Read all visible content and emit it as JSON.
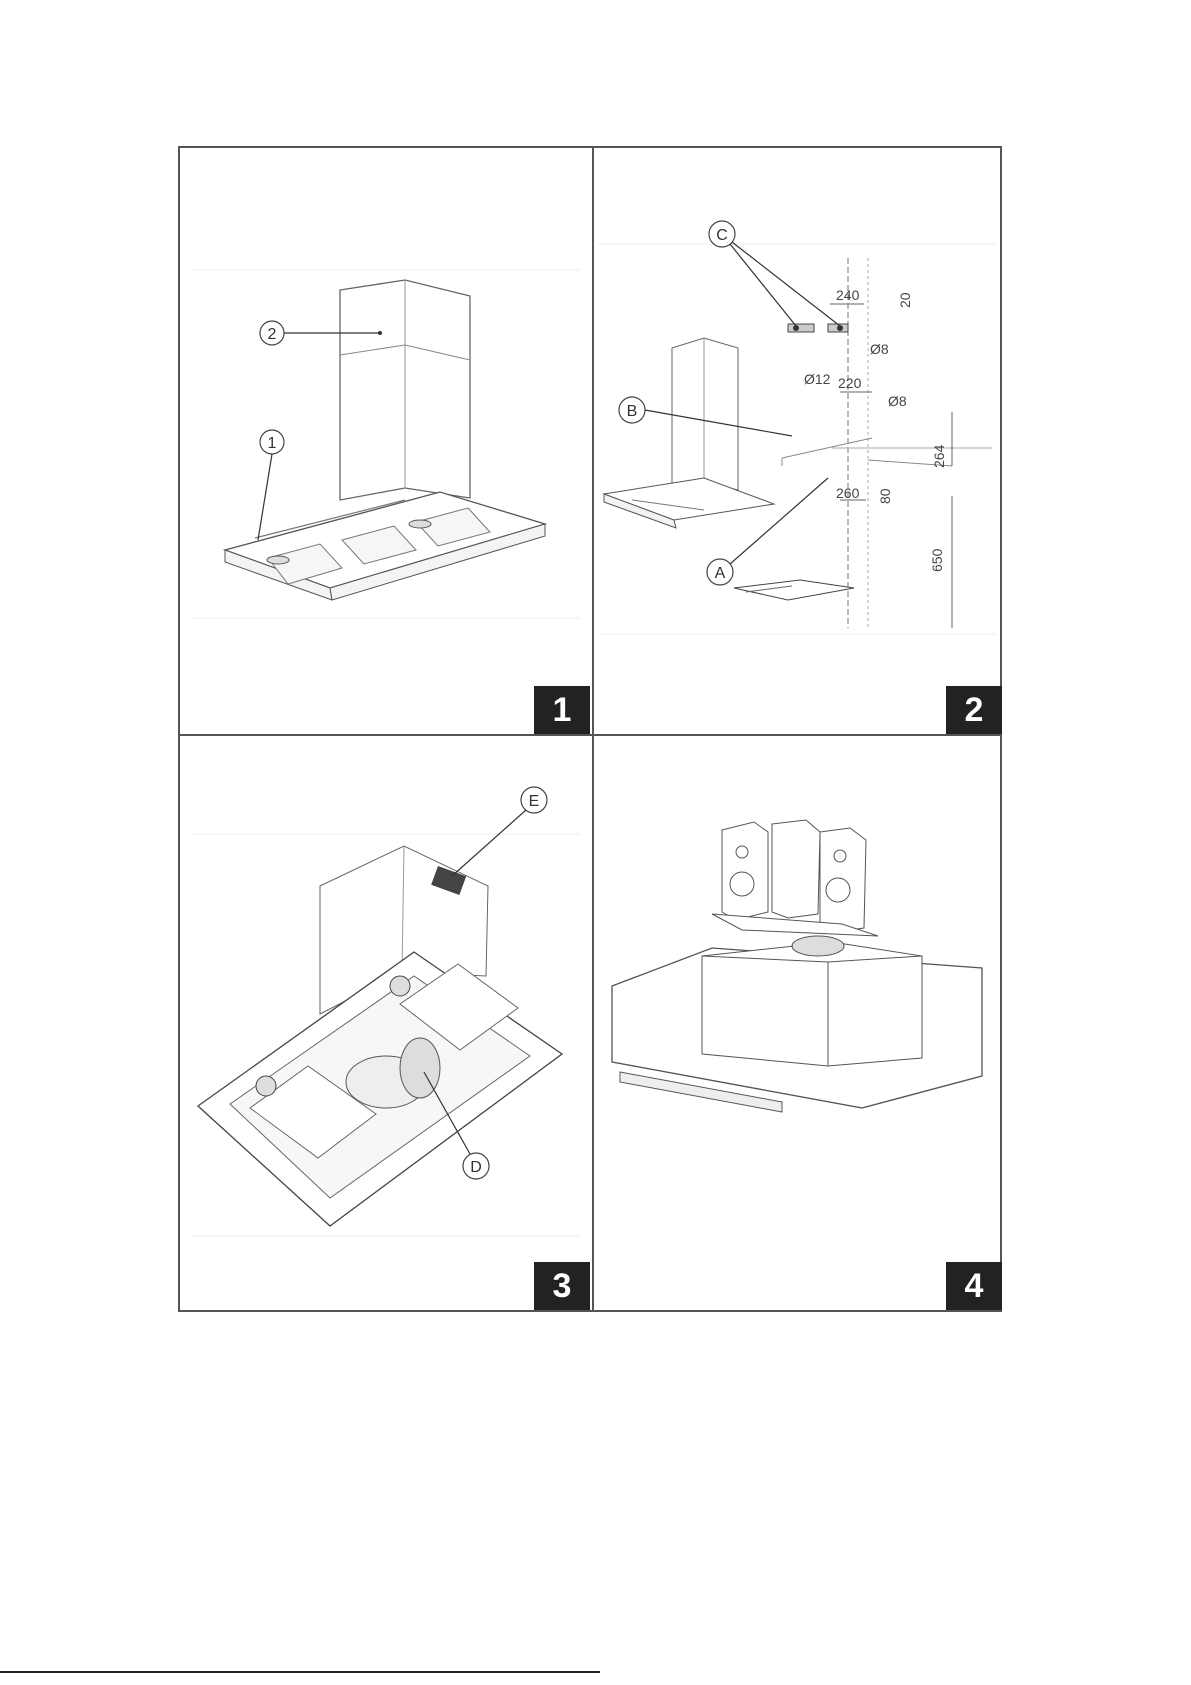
{
  "panels": [
    {
      "number": "1",
      "callouts": [
        "1",
        "2"
      ]
    },
    {
      "number": "2",
      "callouts": [
        "A",
        "B",
        "C"
      ],
      "dimensions": [
        "240",
        "20",
        "Ø8",
        "Ø12",
        "220",
        "Ø8",
        "264",
        "260",
        "80",
        "650"
      ]
    },
    {
      "number": "3",
      "callouts": [
        "E",
        "D"
      ]
    },
    {
      "number": "4",
      "callouts": []
    }
  ]
}
